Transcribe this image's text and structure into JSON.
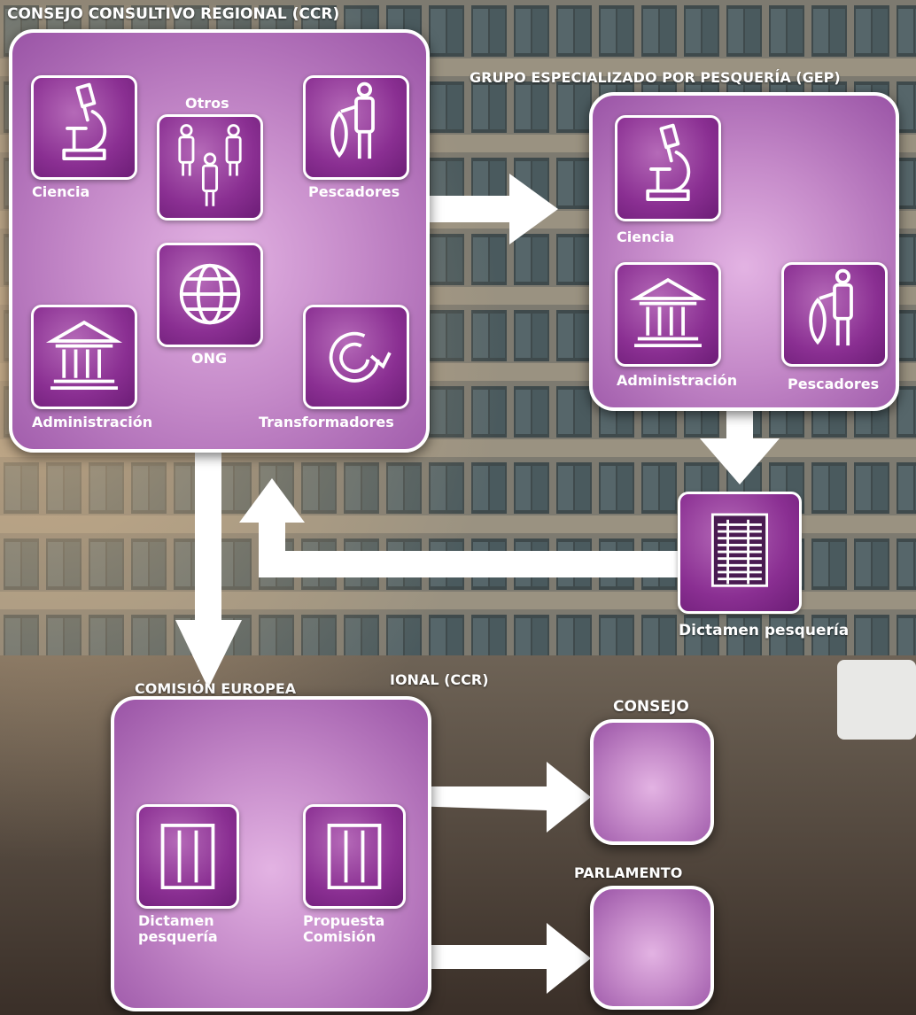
{
  "colors": {
    "panel": "#c58ac9",
    "tile": "#8a2f92",
    "border": "#ffffff"
  },
  "ccr": {
    "title": "CONSEJO CONSULTIVO REGIONAL (CCR)",
    "ciencia": "Ciencia",
    "otros": "Otros",
    "pescadores": "Pescadores",
    "ong": "ONG",
    "administracion": "Administración",
    "transformadores": "Transformadores"
  },
  "gep": {
    "title": "GRUPO ESPECIALIZADO POR PESQUERÍA (GEP)",
    "ciencia": "Ciencia",
    "administracion": "Administración",
    "pescadores": "Pescadores"
  },
  "dictamen": {
    "label": "Dictamen pesquería"
  },
  "ce": {
    "title": "COMISIÓN EUROPEA",
    "overlap_text": "IONAL (CCR)",
    "dictamen_line1": "Dictamen",
    "dictamen_line2": "pesquería",
    "propuesta_line1": "Propuesta",
    "propuesta_line2": "Comisión"
  },
  "consejo": {
    "title": "CONSEJO"
  },
  "parlamento": {
    "title": "PARLAMENTO"
  }
}
